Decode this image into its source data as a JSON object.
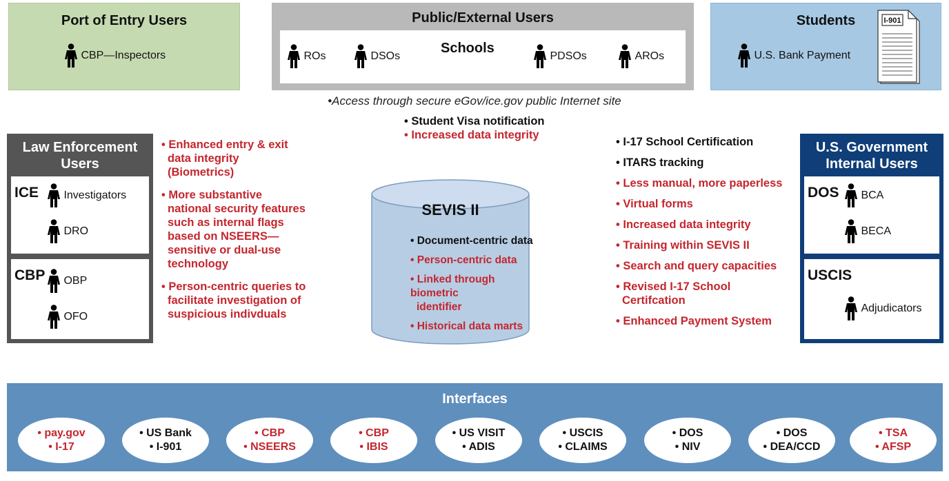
{
  "port_of_entry": {
    "title": "Port of Entry Users",
    "users": [
      "CBP—Inspectors"
    ]
  },
  "public_external": {
    "title": "Public/External Users",
    "schools_label": "Schools",
    "users": [
      "ROs",
      "DSOs",
      "PDSOs",
      "AROs"
    ]
  },
  "students": {
    "title": "Students",
    "user": "U.S. Bank Payment",
    "form_label": "I-901"
  },
  "access_note": "•Access through secure eGov/ice.gov public Internet site",
  "center_top_list": [
    {
      "text": "• Student Visa notification",
      "color": "black"
    },
    {
      "text": "• Increased data integrity",
      "color": "red"
    }
  ],
  "law_enforcement": {
    "title_line1": "Law Enforcement",
    "title_line2": "Users",
    "ice": {
      "label": "ICE",
      "users": [
        "Investigators",
        "DRO"
      ]
    },
    "cbp": {
      "label": "CBP",
      "users": [
        "OBP",
        "OFO"
      ]
    }
  },
  "law_features": [
    {
      "lines": [
        "• Enhanced entry & exit",
        "data integrity",
        "(Biometrics)"
      ],
      "color": "red"
    },
    {
      "lines": [
        "• More substantive",
        "national security features",
        "such as internal flags",
        "based on NSEERS—",
        "sensitive or dual-use",
        "technology"
      ],
      "color": "red"
    },
    {
      "lines": [
        "• Person-centric queries to",
        "facilitate investigation of",
        "suspicious indivduals"
      ],
      "color": "red"
    }
  ],
  "sevis": {
    "title": "SEVIS II",
    "items": [
      {
        "lines": [
          "• Document-centric data"
        ],
        "color": "black"
      },
      {
        "lines": [
          "• Person-centric data"
        ],
        "color": "red"
      },
      {
        "lines": [
          "• Linked through biometric",
          "identifier"
        ],
        "color": "red"
      },
      {
        "lines": [
          "• Historical data marts"
        ],
        "color": "red"
      }
    ]
  },
  "right_features": [
    {
      "lines": [
        "• I-17 School Certification"
      ],
      "color": "black"
    },
    {
      "lines": [
        "• ITARS tracking"
      ],
      "color": "black"
    },
    {
      "lines": [
        "• Less manual, more paperless"
      ],
      "color": "red"
    },
    {
      "lines": [
        "• Virtual forms"
      ],
      "color": "red"
    },
    {
      "lines": [
        "• Increased data integrity"
      ],
      "color": "red"
    },
    {
      "lines": [
        "• Training within SEVIS II"
      ],
      "color": "red"
    },
    {
      "lines": [
        "• Search and query capacities"
      ],
      "color": "red"
    },
    {
      "lines": [
        "• Revised I-17 School",
        "Certifcation"
      ],
      "color": "red"
    },
    {
      "lines": [
        "• Enhanced Payment System"
      ],
      "color": "red"
    }
  ],
  "usg": {
    "title_line1": "U.S. Government",
    "title_line2": "Internal Users",
    "dos": {
      "label": "DOS",
      "users": [
        "BCA",
        "BECA"
      ]
    },
    "uscis": {
      "label": "USCIS",
      "users": [
        "Adjudicators"
      ]
    }
  },
  "interfaces": {
    "title": "Interfaces",
    "items": [
      {
        "line1": "• pay.gov",
        "line2": "• I-17",
        "color": "red"
      },
      {
        "line1": "• US Bank",
        "line2": "• I-901",
        "color": "black"
      },
      {
        "line1": "• CBP",
        "line2": "• NSEERS",
        "color": "red"
      },
      {
        "line1": "• CBP",
        "line2": "• IBIS",
        "color": "red"
      },
      {
        "line1": "• US VISIT",
        "line2": "• ADIS",
        "color": "black"
      },
      {
        "line1": "• USCIS",
        "line2": "• CLAIMS",
        "color": "black"
      },
      {
        "line1": "• DOS",
        "line2": "• NIV",
        "color": "black"
      },
      {
        "line1": "• DOS",
        "line2": "• DEA/CCD",
        "color": "black"
      },
      {
        "line1": "• TSA",
        "line2": "• AFSP",
        "color": "red"
      }
    ]
  },
  "colors": {
    "red": "#c4262e",
    "black": "#111111",
    "law_box": "#555555",
    "usg_box": "#0f3e78",
    "interfaces_bg": "#5f8fbd",
    "port_bg": "#c5dab0",
    "students_bg": "#a6c8e3",
    "public_bg": "#b9b9b9",
    "cylinder": "#b7cde4"
  }
}
